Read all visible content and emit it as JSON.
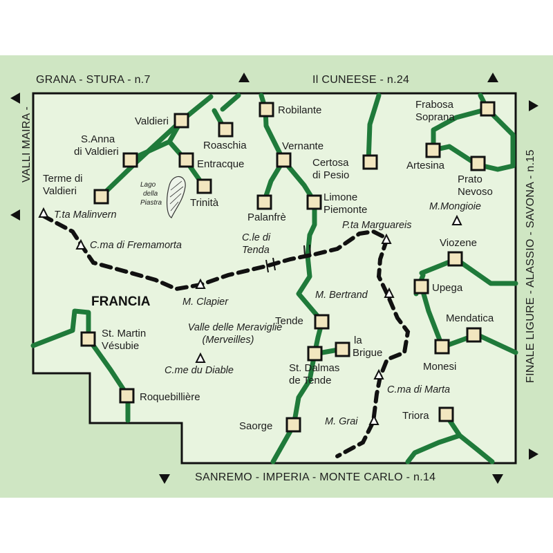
{
  "edges": {
    "top_left": "GRANA - STURA - n.7",
    "top_right": "Il CUNEESE - n.24",
    "bottom": "SANREMO - IMPERIA - MONTE CARLO - n.14",
    "left": "VALLI MAIRA -",
    "right": "FINALE LIGURE - ALASSIO - SAVONA - n.15"
  },
  "country_label": "FRANCIA",
  "towns": [
    {
      "name": "Robilante"
    },
    {
      "name": "Valdieri"
    },
    {
      "name": "Roaschia"
    },
    {
      "name": "S.Anna"
    },
    {
      "name": "di Valdieri"
    },
    {
      "name": "Entracque"
    },
    {
      "name": "Terme di"
    },
    {
      "name": "Valdieri"
    },
    {
      "name": "Trinità"
    },
    {
      "name": "Vernante"
    },
    {
      "name": "Palanfrè"
    },
    {
      "name": "Certosa"
    },
    {
      "name": "di Pesio"
    },
    {
      "name": "Limone"
    },
    {
      "name": "Piemonte"
    },
    {
      "name": "Frabosa"
    },
    {
      "name": "Soprana"
    },
    {
      "name": "Artesina"
    },
    {
      "name": "Prato"
    },
    {
      "name": "Nevoso"
    },
    {
      "name": "Viozene"
    },
    {
      "name": "Upega"
    },
    {
      "name": "Mendatica"
    },
    {
      "name": "Monesi"
    },
    {
      "name": "Tende"
    },
    {
      "name": "la"
    },
    {
      "name": "Brigue"
    },
    {
      "name": "St. Dalmas"
    },
    {
      "name": "de Tende"
    },
    {
      "name": "St. Martin"
    },
    {
      "name": "Vésubie"
    },
    {
      "name": "Roquebillière"
    },
    {
      "name": "Saorge"
    },
    {
      "name": "Triora"
    }
  ],
  "peaks": [
    {
      "label": "T.ta Malinvern"
    },
    {
      "label": "C.ma di Fremamorta"
    },
    {
      "label": "M. Clapier"
    },
    {
      "label": "P.ta Marguareis"
    },
    {
      "label": "M.Mongioie"
    },
    {
      "label": "M. Bertrand"
    },
    {
      "label": "C.me du Diable"
    },
    {
      "label": "C.ma di Marta"
    },
    {
      "label": "M. Grai"
    }
  ],
  "pass": {
    "line1": "C.le di",
    "line2": "Tenda"
  },
  "lake": {
    "line1": "Lago",
    "line2": "della",
    "line3": "Piastra"
  },
  "valley": {
    "line1": "Valle delle Meraviglie",
    "line2": "(Merveilles)"
  },
  "colors": {
    "frame": "#cfe6c3",
    "map": "#e8f4df",
    "road": "#1f7a3a",
    "border": "#111111",
    "town_fill": "#f2e6bf"
  }
}
